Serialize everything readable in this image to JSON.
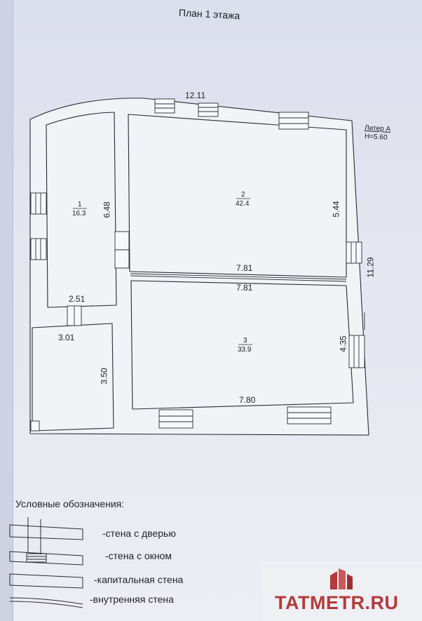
{
  "page_title": "План 1 этажа",
  "building": {
    "liter": "Литер А",
    "height": "H=5.60"
  },
  "dimensions": {
    "top_width": "12.11",
    "right_height": "11.29",
    "room1_height": "6.48",
    "room1_width": "2.51",
    "room2_height": "5.44",
    "partition_upper": "7.81",
    "partition_lower": "7.81",
    "room3_height": "4.35",
    "room3_width": "7.80",
    "annex_width": "3.01",
    "annex_height": "3.50"
  },
  "rooms": [
    {
      "number": "1",
      "area": "16.3"
    },
    {
      "number": "2",
      "area": "42.4"
    },
    {
      "number": "3",
      "area": "33.9"
    }
  ],
  "legend": {
    "title": "Условные обозначения:",
    "items": [
      {
        "text": "-стена  с дверью",
        "symbol": "wall-with-door"
      },
      {
        "text": "-стена  с окном",
        "symbol": "wall-with-window"
      },
      {
        "text": "-капитальная стена",
        "symbol": "capital-wall"
      },
      {
        "text": "-внутренняя стена",
        "symbol": "interior-wall"
      }
    ]
  },
  "watermark": {
    "text": "TATMETR.RU",
    "color": "#b33b3b"
  }
}
